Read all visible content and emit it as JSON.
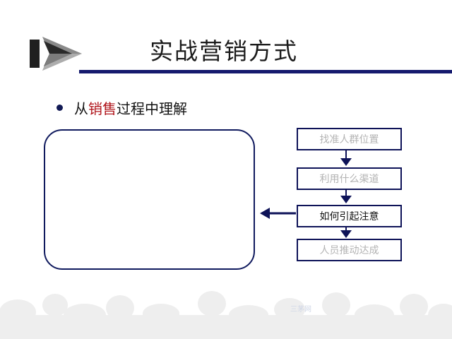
{
  "slide": {
    "title": "实战营销方式",
    "bullet": {
      "prefix": "从",
      "highlight": "销售",
      "suffix": "过程中理解"
    },
    "steps": [
      {
        "label": "找准人群位置",
        "active": false
      },
      {
        "label": "利用什么渠道",
        "active": false
      },
      {
        "label": "如何引起注意",
        "active": true
      },
      {
        "label": "人员推动达成",
        "active": false
      }
    ],
    "watermark": "三茅网"
  },
  "colors": {
    "title_rule": "#151a6e",
    "highlight": "#b0151b",
    "arrow": "#0e1358",
    "inactive_text": "#b3b3b3"
  },
  "icons": [
    "logo-arrow-icon",
    "bullet-dot-icon",
    "arrow-down-icon",
    "arrow-left-icon"
  ]
}
